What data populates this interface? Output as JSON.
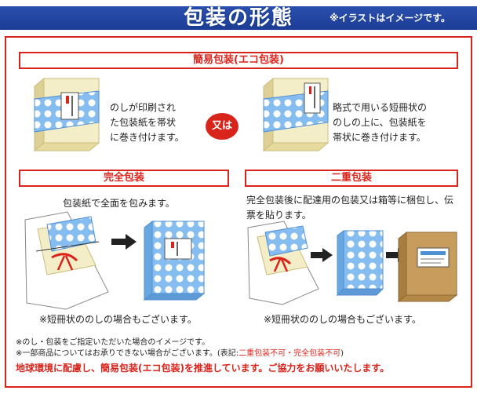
{
  "header": {
    "title": "包装の形態",
    "note": "※イラストはイメージです。"
  },
  "simple": {
    "title": "簡易包装(エコ包装)",
    "left_desc": [
      "のしが印刷され",
      "た包装紙を帯状",
      "に巻き付けます。"
    ],
    "or": "又は",
    "right_desc": [
      "略式で用いる短冊状の",
      "のしの上に、包装紙を",
      "帯状に巻き付けます。"
    ]
  },
  "full": {
    "title": "完全包装",
    "desc": "包装紙で全面を包みます。",
    "note": "※短冊状ののしの場合もございます。"
  },
  "double": {
    "title": "二重包装",
    "desc": [
      "完全包装後に配達用の包装又は箱等に梱包し、伝",
      "票を貼ります。"
    ],
    "note": "※短冊状ののしの場合もございます。"
  },
  "footnotes": {
    "line1": "※のし・包装をご指定いただいた場合のイメージです。",
    "line2_prefix": "※一部商品についてはお承りできない場合がございます。(表記:",
    "line2_red": "二重包装不可・完全包装不可",
    "line2_suffix": ")"
  },
  "promo": "地球環境に配慮し、簡易包装(エコ包装)を推進しています。ご協力をお願いいたします。",
  "colors": {
    "accent_red": "#d9241c",
    "header_blue": "#1c3d95",
    "wrap_blue": "#7fb8ee",
    "box_cream": "#efe7b8",
    "kraft": "#c79a5a"
  }
}
